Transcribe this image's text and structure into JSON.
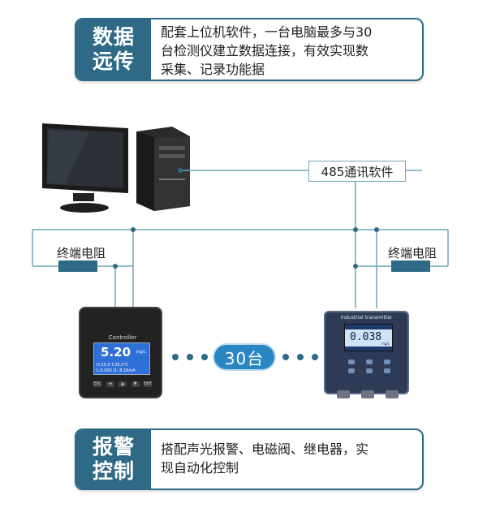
{
  "cards": {
    "top": {
      "tag": "数据远传",
      "text_line1": "配套上位机软件，一台电脑最多与30",
      "text_line2": "台检测仪建立数据连接，有效实现数",
      "text_line3": "采集、记录功能据"
    },
    "bottom": {
      "tag": "报警控制",
      "text_line1": "搭配声光报警、电磁阀、继电器，实",
      "text_line2": "现自动化控制"
    }
  },
  "diagram": {
    "software_label": "485通讯软件",
    "left_resistor_label": "终端电阻",
    "right_resistor_label": "终端电阻",
    "device_count_label": "30台"
  },
  "controller": {
    "title": "Controller",
    "reading": "5.20",
    "unit": "mg/L",
    "line1": "H:20.0    T:25.0℃",
    "line2": "L:0.000   I1: 8.16mA",
    "keys": [
      "ESC",
      "◄",
      "▲",
      "▼",
      "ENT"
    ]
  },
  "transmitter": {
    "title": "industrial transmitter",
    "reading": "0.038",
    "unit": "mg/L"
  },
  "colors": {
    "brand": "#2e6a86",
    "wire": "#6fa7bd",
    "pill": "#2a86c3",
    "resistor": "#2e6a86"
  }
}
